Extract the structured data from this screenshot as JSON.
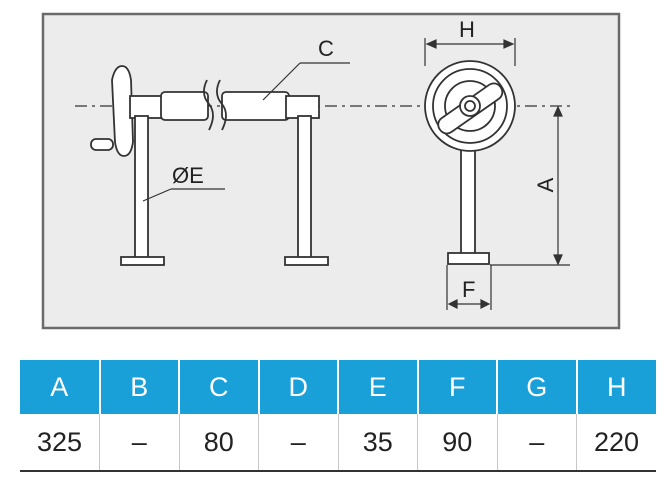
{
  "drawing": {
    "labels": {
      "c": "C",
      "e": "ØE",
      "h": "H",
      "a": "A",
      "f": "F"
    }
  },
  "table": {
    "headers": [
      "A",
      "B",
      "C",
      "D",
      "E",
      "F",
      "G",
      "H"
    ],
    "values": [
      "325",
      "–",
      "80",
      "–",
      "35",
      "90",
      "–",
      "220"
    ],
    "header_color": "#1aa0d8"
  }
}
